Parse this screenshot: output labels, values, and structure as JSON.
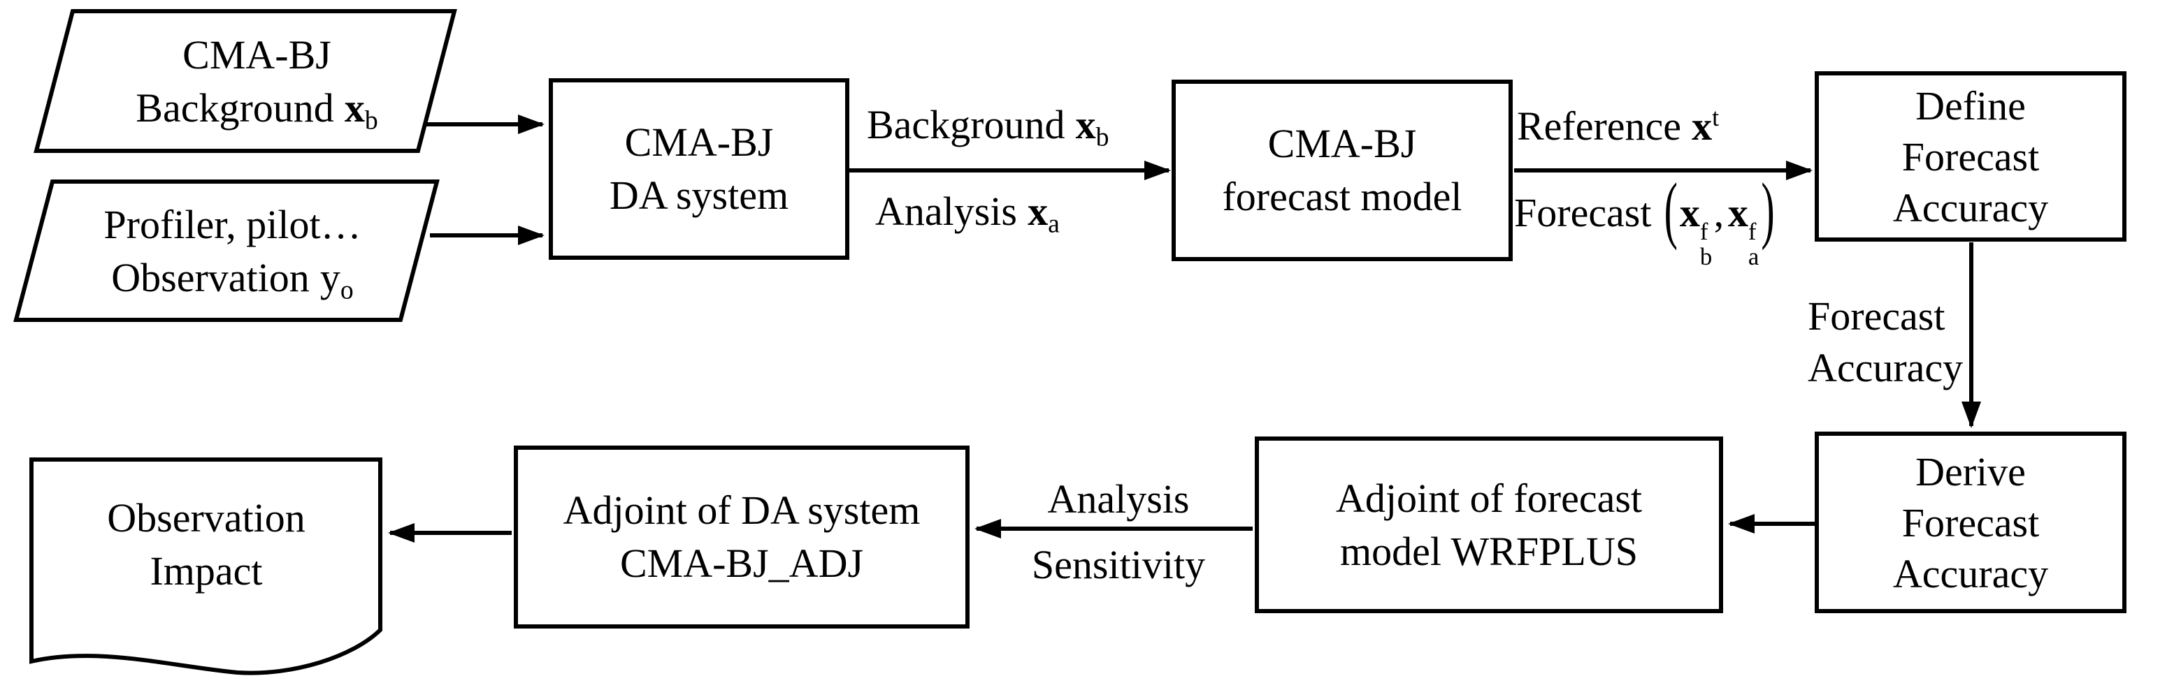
{
  "figure": {
    "background_color": "#ffffff",
    "ink_color": "#000000",
    "description": "Flowchart of observation impact estimation with CMA-BJ DA system"
  },
  "nodes": {
    "background_input": {
      "line1": "CMA-BJ",
      "line2": {
        "word": "Background",
        "var": "x",
        "sub": "b"
      }
    },
    "observation_input": {
      "line1": "Profiler, pilot…",
      "line2": {
        "word": "Observation",
        "var": "y",
        "sub": "o"
      }
    },
    "da_system": {
      "line1": "CMA-BJ",
      "line2": "DA system"
    },
    "forecast_model": {
      "line1": "CMA-BJ",
      "line2": "forecast model"
    },
    "define_forecast_accuracy": {
      "line1": "Define",
      "line2": "Forecast",
      "line3": "Accuracy"
    },
    "derive_forecast_accuracy": {
      "line1": "Derive",
      "line2": "Forecast",
      "line3": "Accuracy"
    },
    "adjoint_forecast_model": {
      "line1": "Adjoint of forecast",
      "line2": "model WRFPLUS"
    },
    "adjoint_da_system": {
      "line1": "Adjoint of DA system",
      "line2": "CMA-BJ_ADJ"
    },
    "observation_impact": {
      "line1": "Observation",
      "line2": "Impact"
    }
  },
  "edge_labels": {
    "background": {
      "word": "Background",
      "var": "x",
      "sub": "b"
    },
    "analysis": {
      "word": "Analysis",
      "var": "x",
      "sub": "a"
    },
    "reference": {
      "word": "Reference",
      "var": "x",
      "sup": "t"
    },
    "forecast": {
      "word": "Forecast",
      "paren_open": "(",
      "var1": "x",
      "sup1": "f",
      "sub1": "b",
      "comma": ",",
      "var2": "x",
      "sup2": "f",
      "sub2": "a",
      "paren_close": ")"
    },
    "forecast_accuracy": {
      "line1": "Forecast",
      "line2": "Accuracy"
    },
    "analysis_sensitivity": {
      "line1": "Analysis",
      "line2": "Sensitivity"
    }
  }
}
